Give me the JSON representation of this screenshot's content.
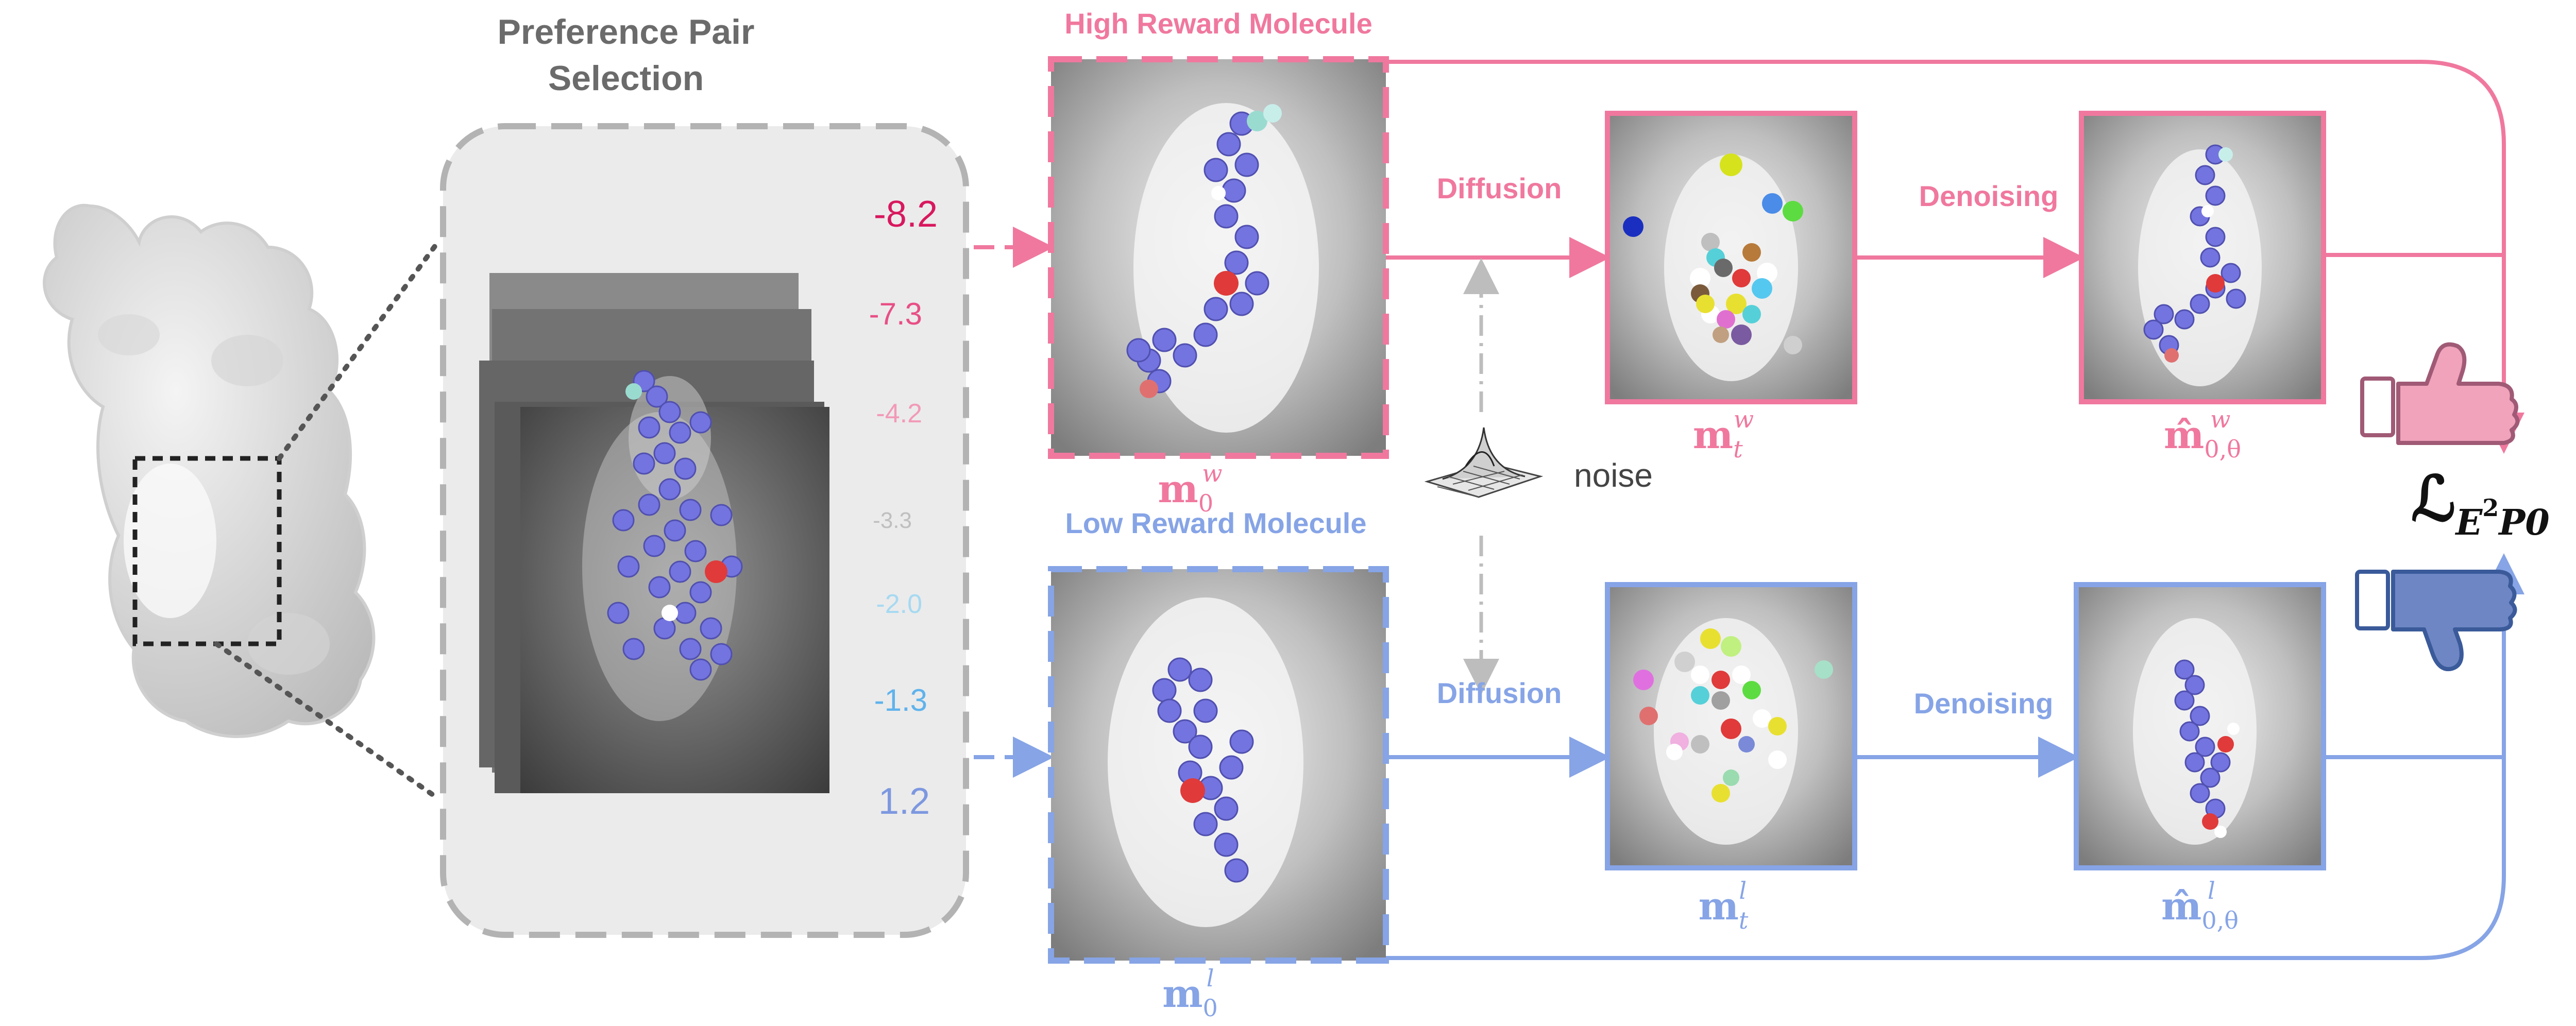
{
  "colors": {
    "pink": "#f0789e",
    "blue": "#86a4e6",
    "gray_text": "#6b6b6b",
    "score_colors": [
      "#d8185e",
      "#e84f86",
      "#f29ab8",
      "#bfbfbf",
      "#a6d9f2",
      "#5fb3ec",
      "#7d98e0"
    ],
    "molecule": "#7474e0",
    "atom_red": "#e03a3a"
  },
  "selection": {
    "title_line1": "Preference Pair",
    "title_line2": "Selection",
    "scores": [
      "-8.2",
      "-7.3",
      "-4.2",
      "-3.3",
      "-2.0",
      "-1.3",
      "1.2"
    ]
  },
  "high": {
    "label": "High Reward Molecule",
    "diffusion": "Diffusion",
    "denoising": "Denoising",
    "m0": {
      "base": "m",
      "sub": "0",
      "sup": "w"
    },
    "mt": {
      "base": "m",
      "sub": "t",
      "sup": "w"
    },
    "mhat": {
      "base": "m̂",
      "sub": "0,θ",
      "sup": "w"
    }
  },
  "low": {
    "label": "Low Reward Molecule",
    "diffusion": "Diffusion",
    "denoising": "Denoising",
    "m0": {
      "base": "m",
      "sub": "0",
      "sup": "l"
    },
    "mt": {
      "base": "m",
      "sub": "t",
      "sup": "l"
    },
    "mhat": {
      "base": "m̂",
      "sub": "0,θ",
      "sup": "l"
    }
  },
  "noise": {
    "label": "noise"
  },
  "loss": {
    "script": "ℒ",
    "sub": "E",
    "sub_sup": "2",
    "sub_rest": "P0"
  },
  "icons": {
    "thumb_up": "thumbs-up-icon",
    "thumb_down": "thumbs-down-icon"
  }
}
